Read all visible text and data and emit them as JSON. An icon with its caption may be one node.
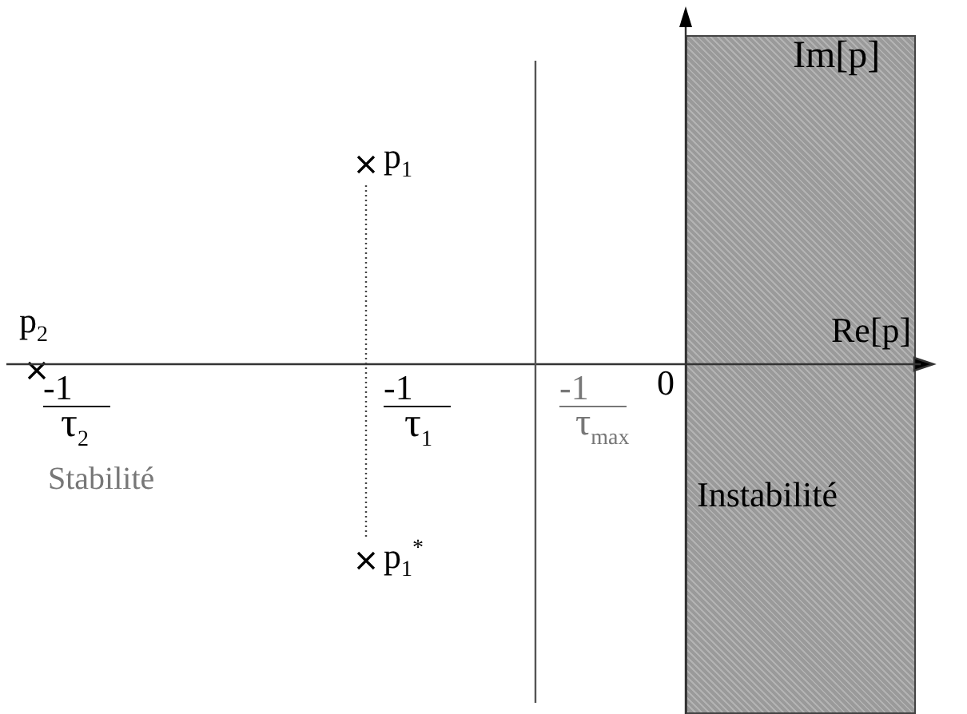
{
  "diagram": {
    "nodes": [
      {
        "text": [
          "Instabilité"
        ]
      },
      {
        "text": [
          "p$_{1}$"
        ]
      },
      {
        "text": [
          "p$_{1}$$^{*}$"
        ]
      },
      {
        "text": [
          "p$_{2}$"
        ]
      }
    ],
    "edges": [
      {
        "from": 1,
        "to": 2,
        "arrow": "none",
        "style": "dashed"
      }
    ],
    "labels": [
      "Im[p]",
      "Re[p]",
      "0",
      "-1",
      "τ$_{2}$",
      "-1",
      "τ$_{1}$",
      "-1",
      "τ$_{max}$",
      "Stabilité"
    ]
  }
}
